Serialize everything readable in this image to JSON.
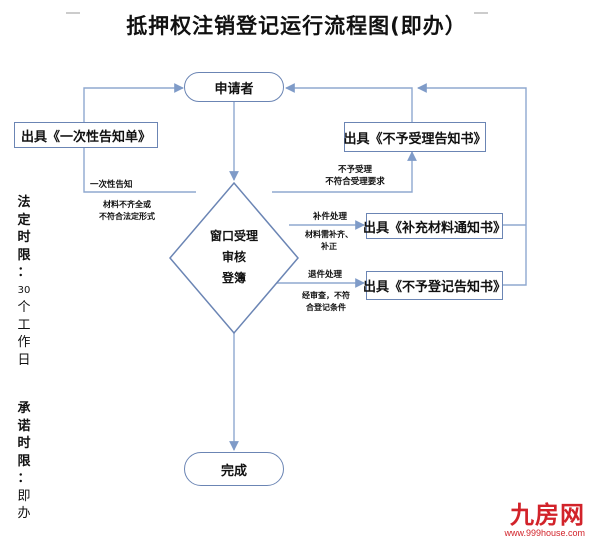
{
  "title": "抵押权注销登记运行流程图(即办）",
  "nodes": {
    "applicant": "申请者",
    "one_time_notice": "出具《一次性告知单》",
    "not_accept_notice": "出具《不予受理告知书》",
    "window_line1": "窗口受理",
    "window_line2": "审核",
    "window_line3": "登簿",
    "supplement_notice": "出具《补充材料通知书》",
    "not_register_notice": "出具《不予登记告知书》",
    "complete": "完成"
  },
  "edge_labels": {
    "one_time_line1": "一次性告知",
    "one_time_line2": "材料不齐全或",
    "one_time_line3": "不符合法定形式",
    "not_accept_line1": "不予受理",
    "not_accept_line2": "不符合受理要求",
    "supplement_line1": "补件处理",
    "supplement_line2": "材料需补齐、",
    "supplement_line3": "补正",
    "return_line1": "退件处理",
    "return_line2": "经审查，不符",
    "return_line3": "合登记条件"
  },
  "sidebar": {
    "legal_limit_label": [
      "法",
      "定",
      "时",
      "限",
      "："
    ],
    "legal_limit_value": [
      "30",
      "个",
      "工",
      "作",
      "日"
    ],
    "promise_limit_label": [
      "承",
      "诺",
      "时",
      "限",
      "："
    ],
    "promise_limit_value": [
      "即",
      "办"
    ]
  },
  "watermark": {
    "brand": "九房网",
    "url": "www.999house.com"
  },
  "colors": {
    "line": "#8fa8cf",
    "box_border": "#6b85b4",
    "watermark": "#d2232a"
  }
}
